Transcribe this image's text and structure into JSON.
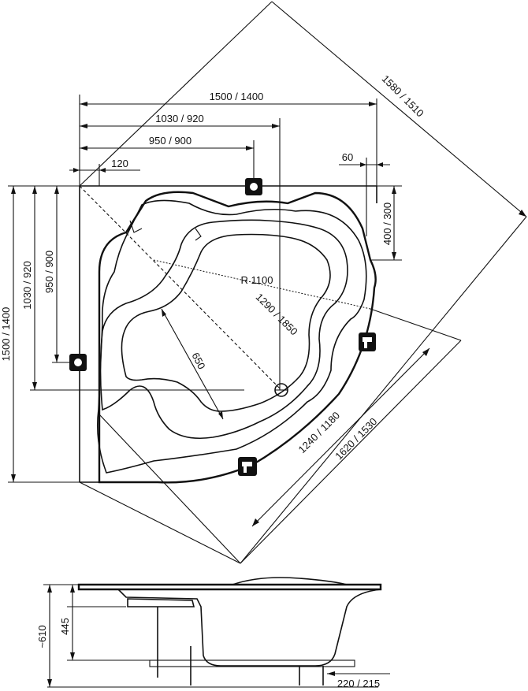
{
  "dimensions": {
    "width_total": "1500 / 1400",
    "width_drain": "1030 / 920",
    "width_tap": "950 / 900",
    "offset_edge": "120",
    "offset_right": "60",
    "diagonal_outer": "1580 / 1510",
    "radius": "R 1100",
    "diagonal_inner": "1290 / 1850",
    "inner_depth": "650",
    "front_length_inner": "1240 / 1180",
    "front_length_outer": "1620 / 1530",
    "height_right": "400 / 300",
    "height_total": "1500 / 1400",
    "height_drain": "1030 / 920",
    "height_tap": "950 / 900",
    "side_total_height": "~610",
    "side_inner_height": "445",
    "side_foot_offset": "220 / 215"
  }
}
